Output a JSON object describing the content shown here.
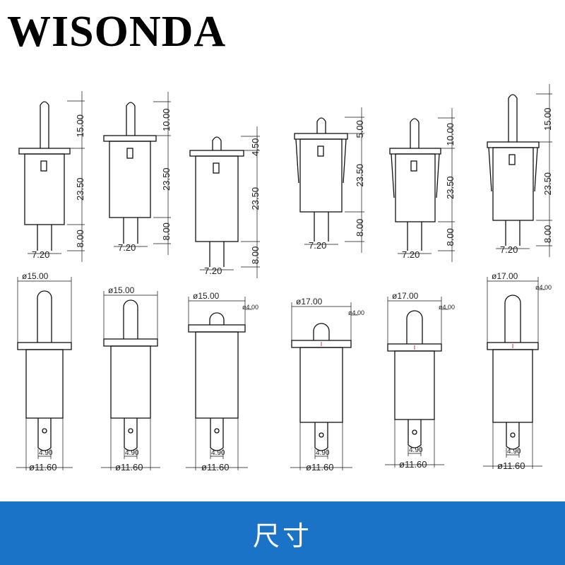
{
  "brand": "WISONDA",
  "footer": "尺寸",
  "side": [
    {
      "top": "15.00",
      "mid": "23.50",
      "bot": "8.00",
      "w": "7.20",
      "extra": ""
    },
    {
      "top": "10.00",
      "mid": "23.50",
      "bot": "8.00",
      "w": "7.20",
      "extra": ""
    },
    {
      "top": "4.50",
      "mid": "23.50",
      "bot": "8.00",
      "w": "7.20",
      "extra": ""
    },
    {
      "top": "5.00",
      "mid": "23.50",
      "bot": "8.00",
      "w": "7.20",
      "extra": ""
    },
    {
      "top": "10.00",
      "mid": "23.50",
      "bot": "8.00",
      "w": "7.20",
      "extra": ""
    },
    {
      "top": "15.00",
      "mid": "23.50",
      "bot": "8.00",
      "w": "7.20",
      "extra": ""
    }
  ],
  "front": [
    {
      "flange": "ø15.00",
      "pin": "",
      "tab": "4.90",
      "body": "ø11.60"
    },
    {
      "flange": "ø15.00",
      "pin": "",
      "tab": "4.90",
      "body": "ø11.60"
    },
    {
      "flange": "ø15.00",
      "pin": "ø4.00",
      "tab": "4.90",
      "body": "ø11.60"
    },
    {
      "flange": "ø17.00",
      "pin": "ø4.00",
      "tab": "4.90",
      "body": "ø11.60"
    },
    {
      "flange": "ø17.00",
      "pin": "ø4.00",
      "tab": "4.90",
      "body": "ø11.60"
    },
    {
      "flange": "ø17.00",
      "pin": "ø4.00",
      "tab": "4.90",
      "body": "ø11.60"
    }
  ]
}
